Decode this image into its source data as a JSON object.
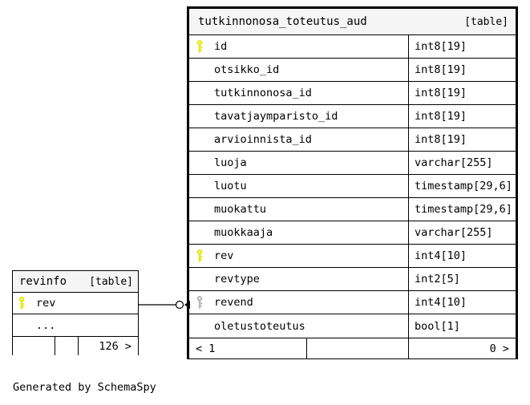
{
  "diagram": {
    "credit": "Generated by SchemaSpy",
    "kind_label": "[table]"
  },
  "main_table": {
    "name": "tutkinnonosa_toteutus_aud",
    "kind": "[table]",
    "columns": [
      {
        "name": "id",
        "type": "int8[19]",
        "key": "primary"
      },
      {
        "name": "otsikko_id",
        "type": "int8[19]",
        "key": "none"
      },
      {
        "name": "tutkinnonosa_id",
        "type": "int8[19]",
        "key": "none"
      },
      {
        "name": "tavatjaymparisto_id",
        "type": "int8[19]",
        "key": "none"
      },
      {
        "name": "arvioinnista_id",
        "type": "int8[19]",
        "key": "none"
      },
      {
        "name": "luoja",
        "type": "varchar[255]",
        "key": "none"
      },
      {
        "name": "luotu",
        "type": "timestamp[29,6]",
        "key": "none"
      },
      {
        "name": "muokattu",
        "type": "timestamp[29,6]",
        "key": "none"
      },
      {
        "name": "muokkaaja",
        "type": "varchar[255]",
        "key": "none"
      },
      {
        "name": "rev",
        "type": "int4[10]",
        "key": "primary"
      },
      {
        "name": "revtype",
        "type": "int2[5]",
        "key": "none"
      },
      {
        "name": "revend",
        "type": "int4[10]",
        "key": "foreign"
      },
      {
        "name": "oletustoteutus",
        "type": "bool[1]",
        "key": "none"
      }
    ],
    "footer": {
      "left": "< 1",
      "middle": "",
      "right": "0 >"
    }
  },
  "revinfo_table": {
    "name": "revinfo",
    "kind": "[table]",
    "columns": [
      {
        "name": "rev",
        "key": "primary"
      },
      {
        "name": "...",
        "key": "none"
      }
    ],
    "footer": {
      "left": "",
      "middle": "",
      "right": "126 >"
    }
  },
  "colors": {
    "primary_key": "#e8e800",
    "foreign_key": "#b8b8b8",
    "header_bg": "#f5f5f5",
    "border": "#000000",
    "background": "#ffffff"
  }
}
